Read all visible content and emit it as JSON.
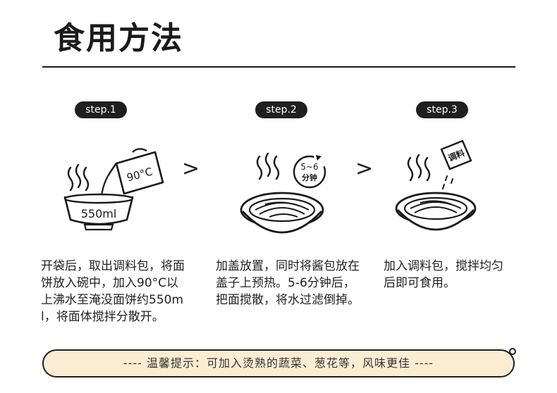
{
  "title": "食用方法",
  "steps": [
    {
      "badge": "step.1",
      "temp": "90°C",
      "volume": "550ml",
      "desc": "开袋后，取出调料包，将面饼放入碗中，加入90°C以上沸水至淹没面饼约550ml，将面体搅拌分散开。"
    },
    {
      "badge": "step.2",
      "timer_top": "5~6",
      "timer_bottom": "分钟",
      "desc": "加盖放置，同时将酱包放在盖子上预热。5-6分钟后，把面搅散，将水过滤倒掉。"
    },
    {
      "badge": "step.3",
      "packet": "调料",
      "desc": "加入调料包，搅拌均匀后即可食用。"
    }
  ],
  "arrow_glyph": ">",
  "tip": "---- 温馨提示：可加入烫熟的蔬菜、葱花等，风味更佳 ----"
}
